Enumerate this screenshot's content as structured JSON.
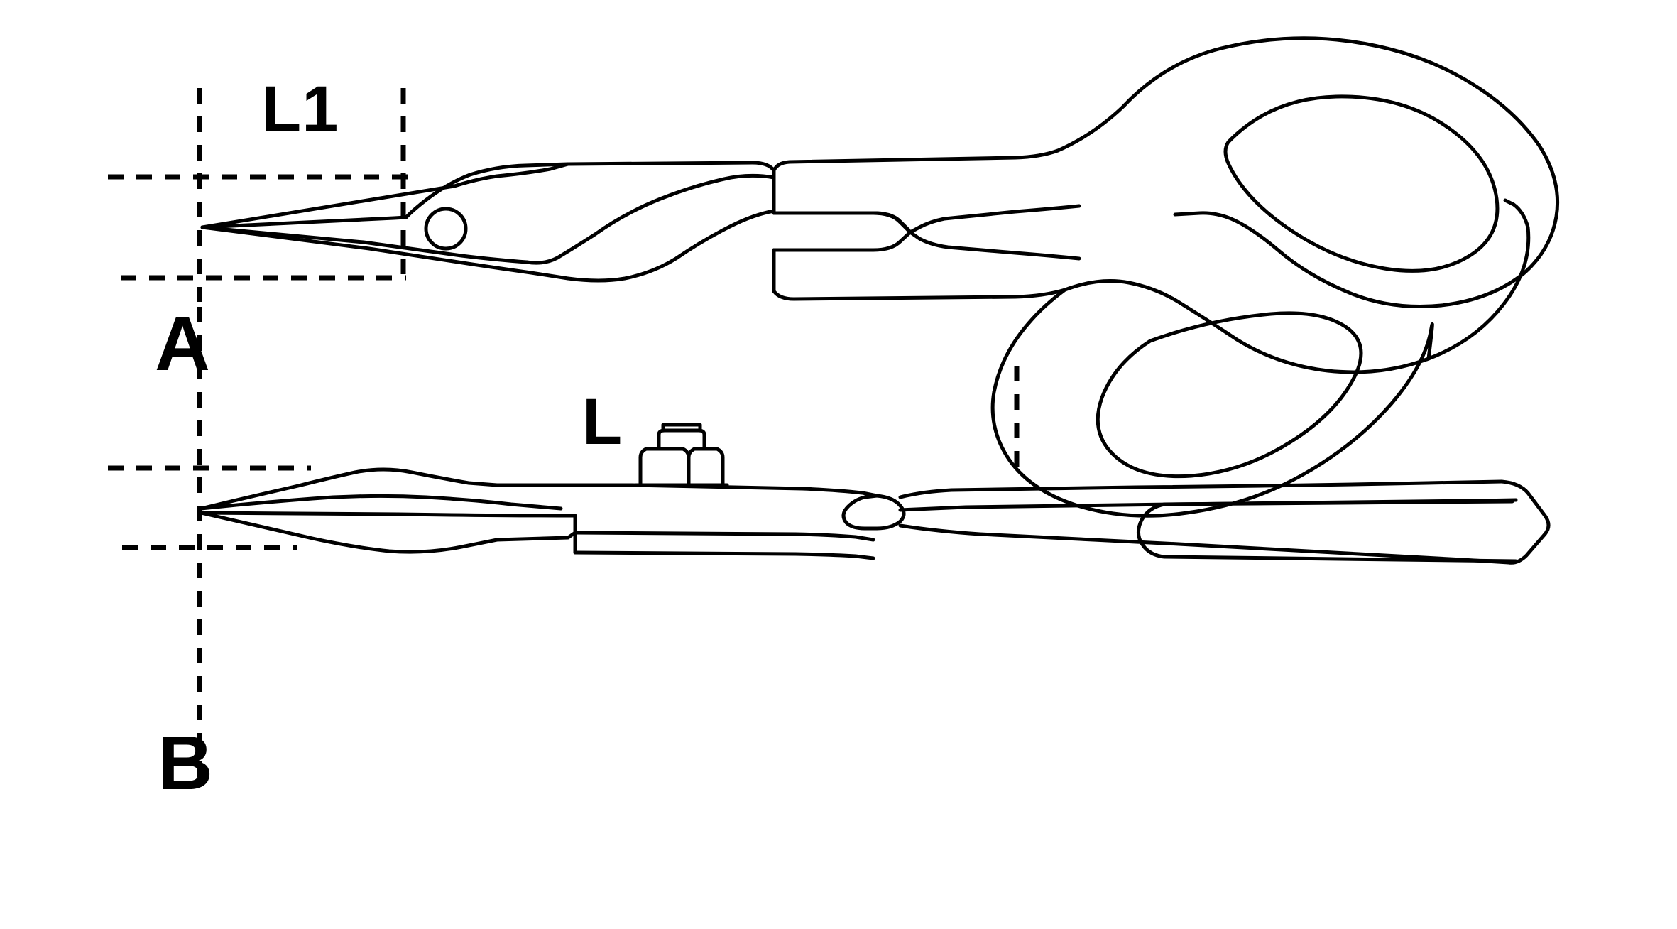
{
  "drawing": {
    "title": "Technical line drawing of electrician's pliers - two orthographic views with dimension callouts",
    "background_color": "#ffffff",
    "line_color": "#000000",
    "views": [
      {
        "id": "view-a",
        "name": "side-view",
        "label": "A",
        "description": "Side elevation of pliers showing tapered jaws, pivot rivet, and two looped grip handles"
      },
      {
        "id": "view-b",
        "name": "plan-view",
        "label": "B",
        "description": "Plan / top view of pliers showing nut and bolt pivot assembly and flat handle profile"
      }
    ],
    "labels": {
      "a": "A",
      "b": "B",
      "l1": "L1",
      "l": "L"
    },
    "dimension_lines": [
      {
        "name": "l1-left-extension",
        "orientation": "vertical",
        "value": "L1"
      },
      {
        "name": "l1-right-extension",
        "orientation": "vertical",
        "value": "L1"
      },
      {
        "name": "a-top-extension",
        "orientation": "horizontal",
        "value": "A"
      },
      {
        "name": "a-bottom-extension",
        "orientation": "horizontal",
        "value": "A"
      },
      {
        "name": "b-top-extension",
        "orientation": "horizontal",
        "value": "B"
      },
      {
        "name": "b-bottom-extension",
        "orientation": "horizontal",
        "value": "B"
      },
      {
        "name": "l-right-extension",
        "orientation": "vertical",
        "value": "L"
      }
    ],
    "features": [
      "pointed-tapered-jaws",
      "pivot-rivet-circle",
      "hex-nut-and-bolt",
      "oval-grip-loops",
      "flat-handle-shanks"
    ]
  }
}
